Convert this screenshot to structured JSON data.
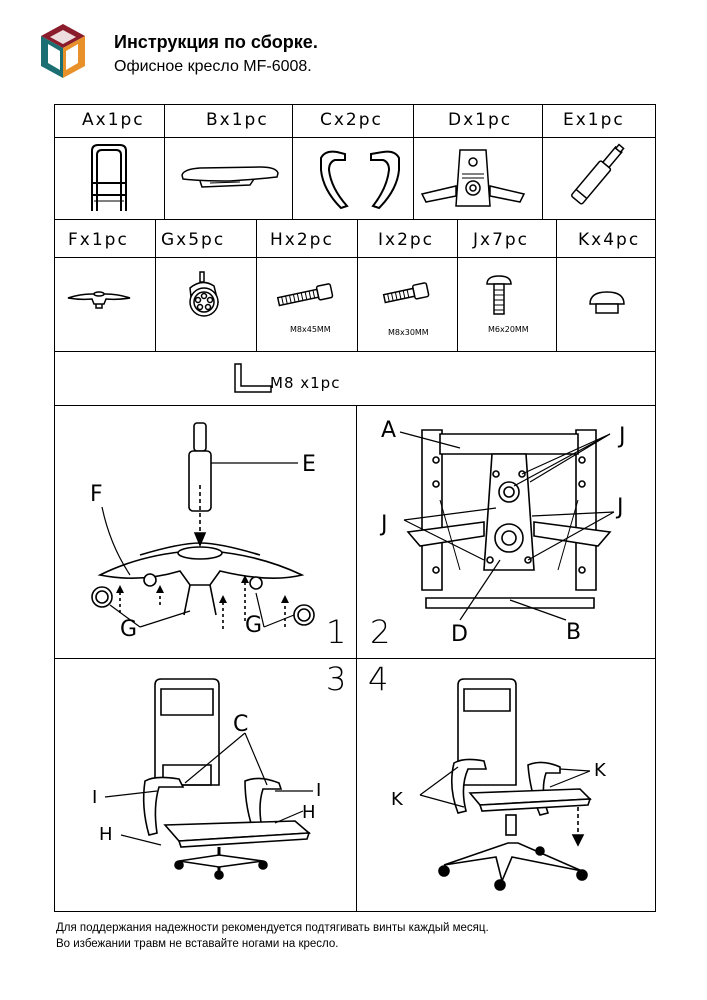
{
  "header": {
    "title": "Инструкция по сборке.",
    "subtitle": "Офисное кресло MF-6008."
  },
  "parts_row1": [
    {
      "id": "A",
      "label": "Ax1pc",
      "icon": "frame-icon"
    },
    {
      "id": "B",
      "label": "Bx1pc",
      "icon": "seat-icon"
    },
    {
      "id": "C",
      "label": "Cx2pc",
      "icon": "armrest-icon"
    },
    {
      "id": "D",
      "label": "Dx1pc",
      "icon": "mechanism-icon"
    },
    {
      "id": "E",
      "label": "Ex1pc",
      "icon": "gas-lift-icon"
    }
  ],
  "parts_row2": [
    {
      "id": "F",
      "label": "Fx1pc",
      "icon": "base-icon",
      "spec": ""
    },
    {
      "id": "G",
      "label": "Gx5pc",
      "icon": "caster-icon",
      "spec": ""
    },
    {
      "id": "H",
      "label": "Hx2pc",
      "icon": "bolt-icon",
      "spec": "M8x45MM"
    },
    {
      "id": "I",
      "label": "Ix2pc",
      "icon": "bolt-icon",
      "spec": "M8x30MM"
    },
    {
      "id": "J",
      "label": "Jx7pc",
      "icon": "screw-icon",
      "spec": "M6x20MM"
    },
    {
      "id": "K",
      "label": "Kx4pc",
      "icon": "cap-icon",
      "spec": ""
    }
  ],
  "hex_key": {
    "label": "M8 x1pc",
    "icon": "hex-key-icon"
  },
  "steps": [
    {
      "number": "1",
      "callouts": [
        "E",
        "F",
        "G",
        "G"
      ]
    },
    {
      "number": "2",
      "callouts": [
        "A",
        "J",
        "J",
        "J",
        "D",
        "B"
      ]
    },
    {
      "number": "3",
      "callouts": [
        "C",
        "I",
        "I",
        "H",
        "H"
      ]
    },
    {
      "number": "4",
      "callouts": [
        "K",
        "K"
      ]
    }
  ],
  "footer": {
    "line1": "Для поддержания надежности рекомендуется подтягивать винты каждый месяц.",
    "line2": "Во избежании травм не вставайте ногами на кресло."
  }
}
